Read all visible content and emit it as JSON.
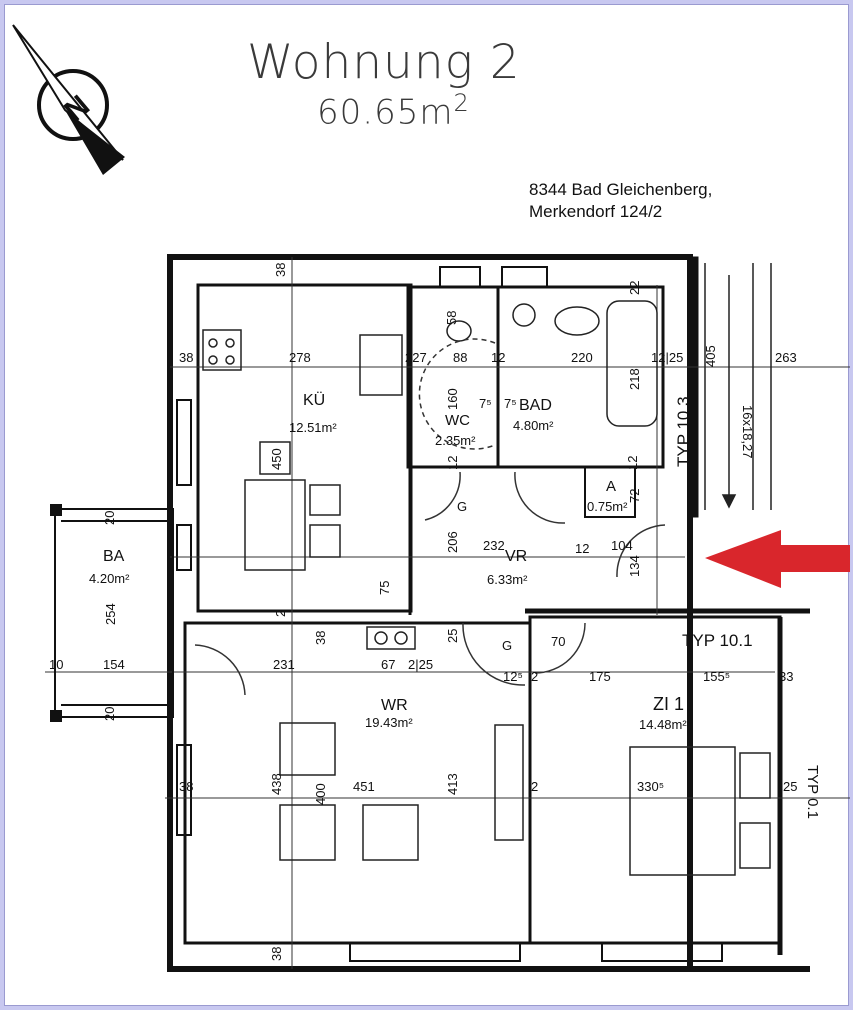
{
  "header": {
    "title": "Wohnung 2",
    "area": "60.65m",
    "area_sup": "2",
    "address_line1": "8344 Bad Gleichenberg,",
    "address_line2": "Merkendorf 124/2"
  },
  "compass": {
    "icon": "north-arrow-icon",
    "letter": "N"
  },
  "entrance_arrow": {
    "icon": "entrance-arrow-icon",
    "color": "#d9262c"
  },
  "rooms": {
    "ku": {
      "name": "KÜ",
      "area": "12.51m²"
    },
    "wc": {
      "name": "WC",
      "area": "2.35m²"
    },
    "bad": {
      "name": "BAD",
      "area": "4.80m²"
    },
    "a": {
      "name": "A",
      "area": "0.75m²"
    },
    "vr": {
      "name": "VR",
      "area": "6.33m²"
    },
    "ba": {
      "name": "BA",
      "area": "4.20m²"
    },
    "wr": {
      "name": "WR",
      "area": "19.43m²"
    },
    "zi1": {
      "name": "ZI 1",
      "area": "14.48m²"
    }
  },
  "labels": {
    "typ_103": "TYP 10.3",
    "typ_101": "TYP 10.1",
    "typ_01": "TYP 0.1",
    "stairs": "16x18,27",
    "g1": "G",
    "g2": "G"
  },
  "dimensions": {
    "d38_top": "38",
    "d38_left": "38",
    "d278": "278",
    "d227": "227",
    "d88": "88",
    "d12a": "12",
    "d220": "220",
    "d12_225": "12|25",
    "d405": "405",
    "d263": "263",
    "d58": "58",
    "d160": "160",
    "d75a": "7⁵",
    "d75b": "7⁵",
    "d218": "218",
    "d22": "22",
    "d450": "450",
    "d12b": "12",
    "d12c": "12",
    "d72": "72",
    "d206": "206",
    "d232": "232",
    "d12d": "12",
    "d104": "104",
    "d134": "134",
    "d75": "75",
    "d20a": "20",
    "d20b": "20",
    "d254": "254",
    "d10": "10",
    "d154": "154",
    "d38_mid": "38",
    "d231": "231",
    "d67": "67",
    "d2_25": "2|25",
    "d25": "25",
    "d12e": "12⁵",
    "d2a": "2",
    "d70": "70",
    "d175": "175",
    "d1555": "155⁵",
    "d33": "33",
    "d38_wr": "38",
    "d438": "438",
    "d400": "400",
    "d451": "451",
    "d413": "413",
    "d2b": "2",
    "d3305": "330⁵",
    "d25b": "25",
    "d38_bottom": "38",
    "d2c": "2"
  }
}
